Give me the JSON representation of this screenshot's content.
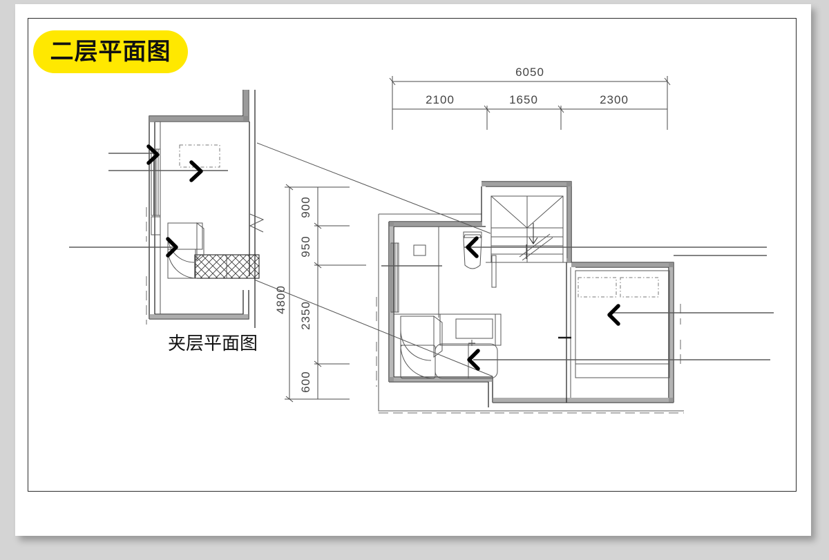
{
  "document": {
    "type": "architectural-floor-plan",
    "background_color": "#d4d4d4",
    "sheet_color": "#ffffff"
  },
  "title_badge": {
    "label": "二层平面图",
    "background_color": "#ffe800",
    "text_color": "#111111"
  },
  "sub_caption": {
    "label": "夹层平面图"
  },
  "dimensions": {
    "horizontal": {
      "total": "6050",
      "segments": [
        "2100",
        "1650",
        "2300"
      ]
    },
    "vertical": {
      "total": "4800",
      "segments": [
        "900",
        "950",
        "2350",
        "600"
      ]
    }
  },
  "plans": [
    {
      "name": "mezzanine-plan",
      "caption": "夹层平面图",
      "features": [
        "exterior-wall",
        "window",
        "dashed-opening",
        "crosshatch-platform",
        "door-swing",
        "break-line"
      ]
    },
    {
      "name": "second-floor-plan",
      "caption": "二层平面图",
      "features": [
        "staircase",
        "toilet",
        "vanity-sink",
        "bathtub",
        "bed",
        "pillows",
        "exterior-wall",
        "door-swing"
      ]
    }
  ],
  "annotations": {
    "leader_lines_count": 8,
    "direction_markers": "chevron-arrow"
  },
  "colors": {
    "accent": "#ffe800",
    "line": "#333333",
    "leader": "#5a5a5a",
    "page_bg": "#d4d4d4"
  }
}
